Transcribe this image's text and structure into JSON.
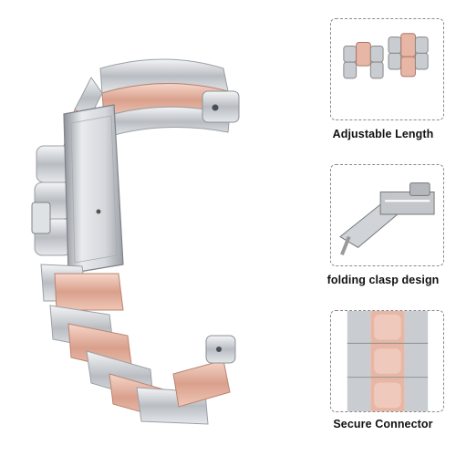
{
  "features": [
    {
      "caption": "Adjustable Length",
      "icon": "band-links-icon"
    },
    {
      "caption": "folding clasp design",
      "icon": "folding-clasp-icon"
    },
    {
      "caption": "Secure Connector",
      "icon": "link-connector-icon"
    }
  ],
  "colors": {
    "rose_gold": "#e8b6a4",
    "silver": "#c9ccd0",
    "dashed_border": "#8a8a8a"
  }
}
